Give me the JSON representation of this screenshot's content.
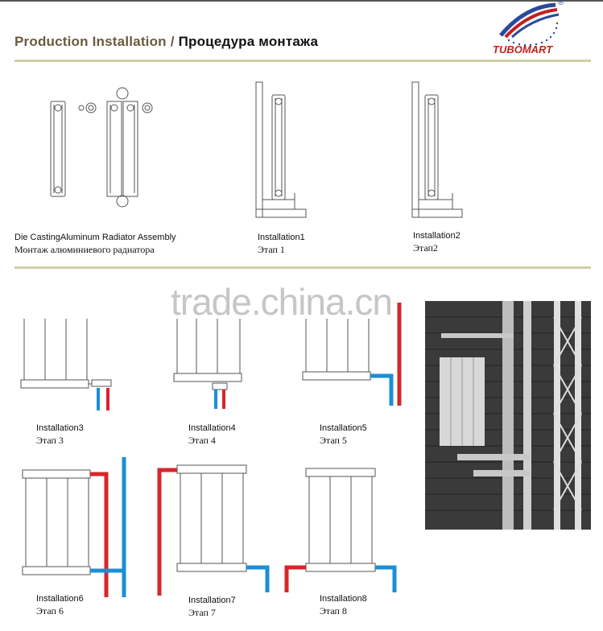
{
  "header": {
    "title_en": "Production Installation",
    "title_sep": "/",
    "title_ru": "Процедура монтажа",
    "brand": "TUBOMART",
    "registered_mark": "®"
  },
  "watermark": "trade.china.cn",
  "steps": [
    {
      "en": "Die CastingAluminum Radiator Assembly",
      "ru": "Монтаж алюминиевого радиатора"
    },
    {
      "en": "Installation1",
      "ru": "Этап 1"
    },
    {
      "en": "Installation2",
      "ru": "Этап2"
    },
    {
      "en": "Installation3",
      "ru": "Этап 3"
    },
    {
      "en": "Installation4",
      "ru": "Этап 4"
    },
    {
      "en": "Installation5",
      "ru": "Этап 5"
    },
    {
      "en": "Installation6",
      "ru": "Этап 6"
    },
    {
      "en": "Installation7",
      "ru": "Этап 7"
    },
    {
      "en": "Installation8",
      "ru": "Этап 8"
    }
  ],
  "colors": {
    "hot_pipe": "#d6262a",
    "cold_pipe": "#1a8fd6",
    "rule": "#cfcfa8",
    "title_en": "#6b5a3c"
  }
}
